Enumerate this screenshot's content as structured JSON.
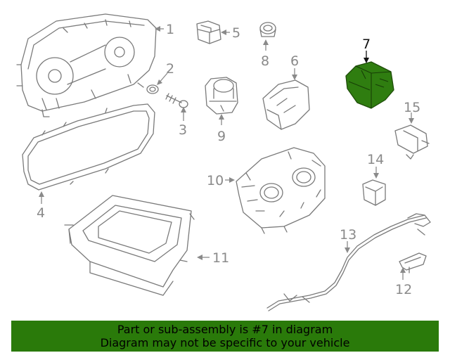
{
  "diagram": {
    "callouts": [
      "1",
      "2",
      "3",
      "4",
      "5",
      "6",
      "7",
      "8",
      "9",
      "10",
      "11",
      "12",
      "13",
      "14",
      "15"
    ],
    "highlighted_callout": "7",
    "highlight_color": "#2f7d10"
  },
  "banner": {
    "line1": "Part or sub-assembly is #7 in diagram",
    "line2": "Diagram may not be specific to your vehicle",
    "background": "#2a7a0a"
  }
}
